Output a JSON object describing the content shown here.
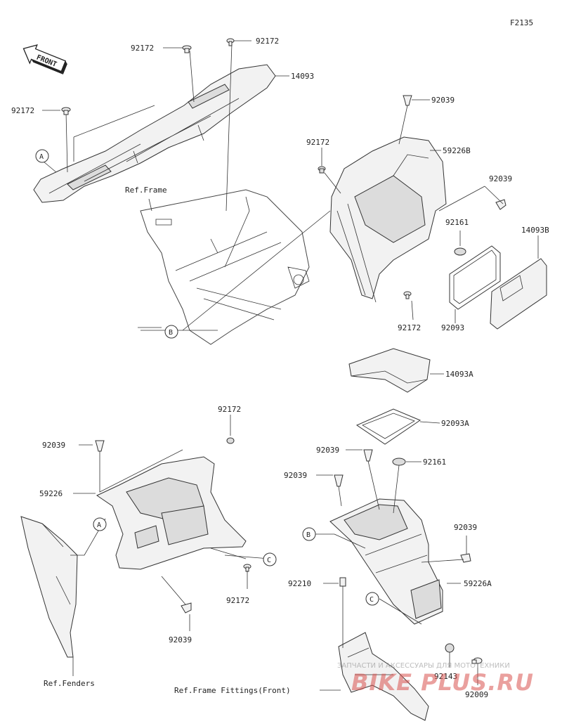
{
  "figure_id": "F2135",
  "front_label": "FRONT",
  "callouts": {
    "a_top": "A",
    "a_mid": "A",
    "b_top": "B",
    "b_bot": "B",
    "c_left": "C",
    "c_right": "C"
  },
  "ref_labels": {
    "frame": "Ref.Frame",
    "fenders": "Ref.Fenders",
    "frame_fittings": "Ref.Frame Fittings(Front)"
  },
  "part_numbers": {
    "p92172_a": "92172",
    "p92172_b": "92172",
    "p14093": "14093",
    "p92172_c": "92172",
    "p92039_a": "92039",
    "p92172_d": "92172",
    "p59226B": "59226B",
    "p92039_b": "92039",
    "p92161_a": "92161",
    "p14093B": "14093B",
    "p92172_e": "92172",
    "p92093": "92093",
    "p14093A": "14093A",
    "p92093A": "92093A",
    "p92172_f": "92172",
    "p92039_c": "92039",
    "p59226": "59226",
    "p92172_g": "92172",
    "p92039_d": "92039",
    "p92039_e": "92039",
    "p92161_b": "92161",
    "p92039_f": "92039",
    "p92039_g": "92039",
    "p92210": "92210",
    "p59226A": "59226A",
    "p92143": "92143",
    "p92009": "92009"
  },
  "watermark": {
    "line1": "ЗАПЧАСТИ И АКСЕССУАРЫ ДЛЯ МОТОТЕХНИКИ",
    "line2": "BIKE PLUS.RU"
  },
  "colors": {
    "line": "#333333",
    "part_fill": "#f2f2f2",
    "watermark": "#d9534f"
  }
}
